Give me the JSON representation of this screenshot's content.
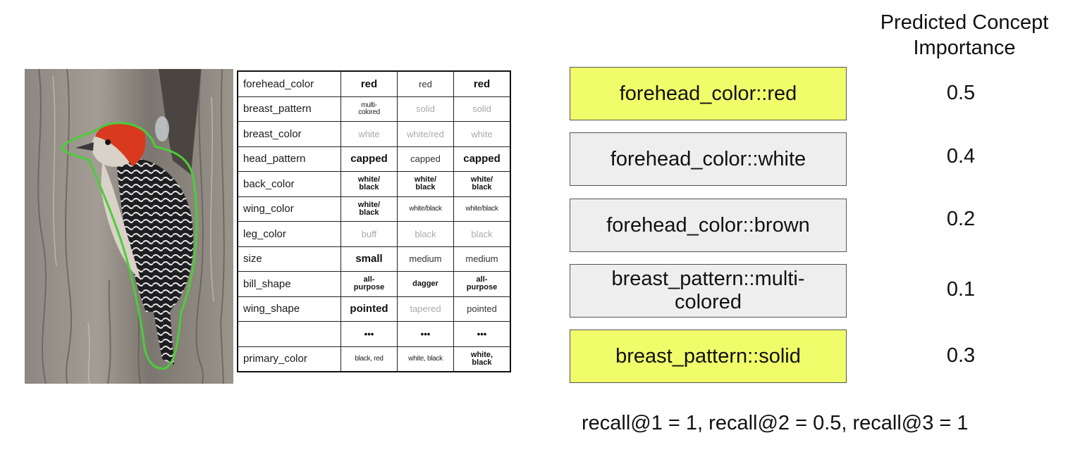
{
  "header": {
    "title": "Predicted Concept Importance"
  },
  "colors": {
    "highlight": "#f0fc6a",
    "normal": "#eeeeee"
  },
  "attribute_table": {
    "rows": [
      {
        "name": "forehead_color",
        "values": [
          {
            "text": "red",
            "style": "bold"
          },
          {
            "text": "red",
            "style": "normal"
          },
          {
            "text": "red",
            "style": "bold"
          }
        ]
      },
      {
        "name": "breast_pattern",
        "values": [
          {
            "text": "multi-\ncolored",
            "style": "tiny"
          },
          {
            "text": "solid",
            "style": "gray"
          },
          {
            "text": "solid",
            "style": "gray"
          }
        ]
      },
      {
        "name": "breast_color",
        "values": [
          {
            "text": "white",
            "style": "gray"
          },
          {
            "text": "white/red",
            "style": "gray"
          },
          {
            "text": "white",
            "style": "gray"
          }
        ]
      },
      {
        "name": "head_pattern",
        "values": [
          {
            "text": "capped",
            "style": "bold"
          },
          {
            "text": "capped",
            "style": "normal"
          },
          {
            "text": "capped",
            "style": "bold"
          }
        ]
      },
      {
        "name": "back_color",
        "values": [
          {
            "text": "white/\nblack",
            "style": "bsmall"
          },
          {
            "text": "white/\nblack",
            "style": "bsmall"
          },
          {
            "text": "white/\nblack",
            "style": "bsmall"
          }
        ]
      },
      {
        "name": "wing_color",
        "values": [
          {
            "text": "white/\nblack",
            "style": "bsmall"
          },
          {
            "text": "white/black",
            "style": "tiny"
          },
          {
            "text": "white/black",
            "style": "tiny"
          }
        ]
      },
      {
        "name": "leg_color",
        "values": [
          {
            "text": "buff",
            "style": "gray"
          },
          {
            "text": "black",
            "style": "gray"
          },
          {
            "text": "black",
            "style": "gray"
          }
        ]
      },
      {
        "name": "size",
        "values": [
          {
            "text": "small",
            "style": "bold"
          },
          {
            "text": "medium",
            "style": "normal"
          },
          {
            "text": "medium",
            "style": "normal"
          }
        ]
      },
      {
        "name": "bill_shape",
        "values": [
          {
            "text": "all-\npurpose",
            "style": "bsmall"
          },
          {
            "text": "dagger",
            "style": "bsmall"
          },
          {
            "text": "all-\npurpose",
            "style": "bsmall"
          }
        ]
      },
      {
        "name": "wing_shape",
        "values": [
          {
            "text": "pointed",
            "style": "bold"
          },
          {
            "text": "tapered",
            "style": "gray"
          },
          {
            "text": "pointed",
            "style": "normal"
          }
        ]
      },
      {
        "name": "",
        "values": [
          {
            "text": "•••",
            "style": "dots"
          },
          {
            "text": "•••",
            "style": "dots"
          },
          {
            "text": "•••",
            "style": "dots"
          }
        ]
      },
      {
        "name": "primary_color",
        "values": [
          {
            "text": "black, red",
            "style": "tiny"
          },
          {
            "text": "white, black",
            "style": "tiny"
          },
          {
            "text": "white,\nblack",
            "style": "bsmall"
          }
        ]
      }
    ]
  },
  "concepts": [
    {
      "label": "forehead_color::red",
      "score": "0.5",
      "highlighted": true
    },
    {
      "label": "forehead_color::white",
      "score": "0.4",
      "highlighted": false
    },
    {
      "label": "forehead_color::brown",
      "score": "0.2",
      "highlighted": false
    },
    {
      "label": "breast_pattern::multi-colored",
      "score": "0.1",
      "highlighted": false
    },
    {
      "label": "breast_pattern::solid",
      "score": "0.3",
      "highlighted": true
    }
  ],
  "recall_text": "recall@1 = 1, recall@2 = 0.5, recall@3 = 1"
}
